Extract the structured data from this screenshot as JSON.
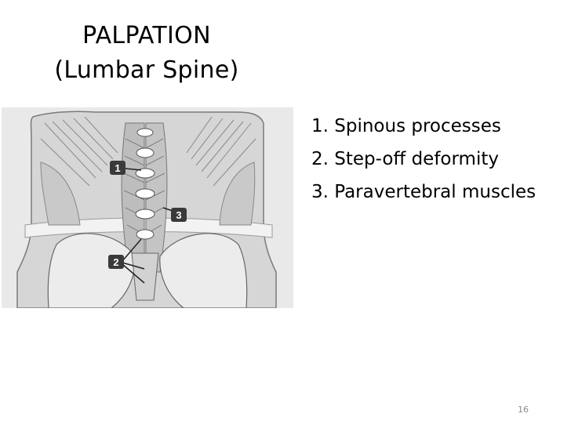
{
  "slide": {
    "title_line1": "PALPATION",
    "title_line2": "(Lumbar Spine)",
    "items": [
      "1. Spinous processes",
      "2. Step-off deformity",
      "3. Paravertebral muscles"
    ],
    "figure_callouts": [
      "1",
      "2",
      "3"
    ],
    "page_number": "16"
  },
  "colors": {
    "background": "#ffffff",
    "text": "#000000",
    "figure_bg": "#e9e9e9",
    "page_number": "#8a8a8a"
  }
}
